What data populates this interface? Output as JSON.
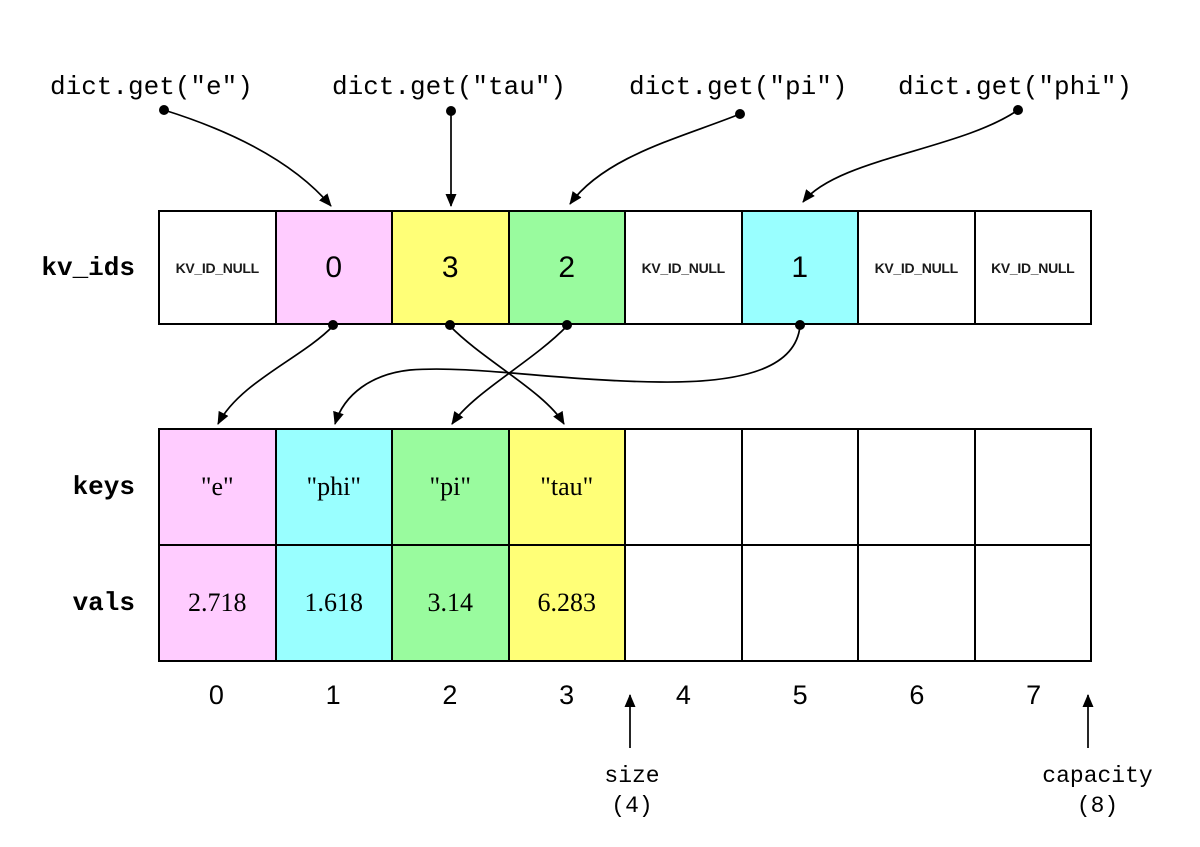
{
  "calls": [
    {
      "label": "dict.get(\"e\")"
    },
    {
      "label": "dict.get(\"tau\")"
    },
    {
      "label": "dict.get(\"pi\")"
    },
    {
      "label": "dict.get(\"phi\")"
    }
  ],
  "kv_ids": {
    "label": "kv_ids",
    "cells": [
      {
        "text": "KV_ID_NULL",
        "bg": "#ffffff"
      },
      {
        "text": "0",
        "bg": "#ffccff"
      },
      {
        "text": "3",
        "bg": "#ffff77"
      },
      {
        "text": "2",
        "bg": "#99fb9e"
      },
      {
        "text": "KV_ID_NULL",
        "bg": "#ffffff"
      },
      {
        "text": "1",
        "bg": "#99ffff"
      },
      {
        "text": "KV_ID_NULL",
        "bg": "#ffffff"
      },
      {
        "text": "KV_ID_NULL",
        "bg": "#ffffff"
      }
    ]
  },
  "keys": {
    "label": "keys",
    "cells": [
      {
        "text": "\"e\"",
        "bg": "#ffccff"
      },
      {
        "text": "\"phi\"",
        "bg": "#99ffff"
      },
      {
        "text": "\"pi\"",
        "bg": "#99fb9e"
      },
      {
        "text": "\"tau\"",
        "bg": "#ffff77"
      },
      {
        "text": "",
        "bg": "#ffffff"
      },
      {
        "text": "",
        "bg": "#ffffff"
      },
      {
        "text": "",
        "bg": "#ffffff"
      },
      {
        "text": "",
        "bg": "#ffffff"
      }
    ]
  },
  "vals": {
    "label": "vals",
    "cells": [
      {
        "text": "2.718",
        "bg": "#ffccff"
      },
      {
        "text": "1.618",
        "bg": "#99ffff"
      },
      {
        "text": "3.14",
        "bg": "#99fb9e"
      },
      {
        "text": "6.283",
        "bg": "#ffff77"
      },
      {
        "text": "",
        "bg": "#ffffff"
      },
      {
        "text": "",
        "bg": "#ffffff"
      },
      {
        "text": "",
        "bg": "#ffffff"
      },
      {
        "text": "",
        "bg": "#ffffff"
      }
    ]
  },
  "indices": {
    "items": [
      "0",
      "1",
      "2",
      "3",
      "4",
      "5",
      "6",
      "7"
    ]
  },
  "size_annotation": {
    "label": "size",
    "value": "(4)"
  },
  "capacity_annotation": {
    "label": "capacity",
    "value": "(8)"
  },
  "colors": {
    "slot_pink": "#ffccff",
    "slot_yellow": "#ffff77",
    "slot_green": "#99fb9e",
    "slot_cyan": "#99ffff",
    "line": "#000000",
    "background": "#ffffff"
  }
}
